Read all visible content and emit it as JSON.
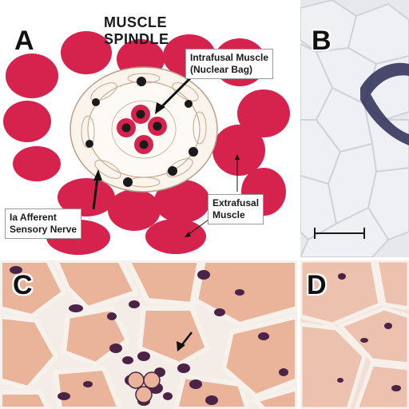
{
  "panels": {
    "a": {
      "label": "A",
      "title_line1": "MUSCLE",
      "title_line2": "SPINDLE",
      "intrafusal_line1": "Intrafusal Muscle",
      "intrafusal_line2": "(Nuclear Bag)",
      "afferent_line1": "Ia Afferent",
      "afferent_line2": "Sensory Nerve",
      "extrafusal_line1": "Extrafusal",
      "extrafusal_line2": "Muscle"
    },
    "b": {
      "label": "B"
    },
    "c": {
      "label": "C"
    },
    "d": {
      "label": "D"
    }
  },
  "colors": {
    "extrafusal_fiber": "#d6234e",
    "intrafusal_fiber": "#d6234e",
    "nucleus": "#1a1a1a",
    "capsule_fill": "#fbf4ec",
    "capsule_stroke": "#c4a98f",
    "tissue_b": "#e4e6ea",
    "stain_b": "#2b2a55",
    "tissue_he": "#e9b49a",
    "nuclei_he": "#4a2347"
  }
}
